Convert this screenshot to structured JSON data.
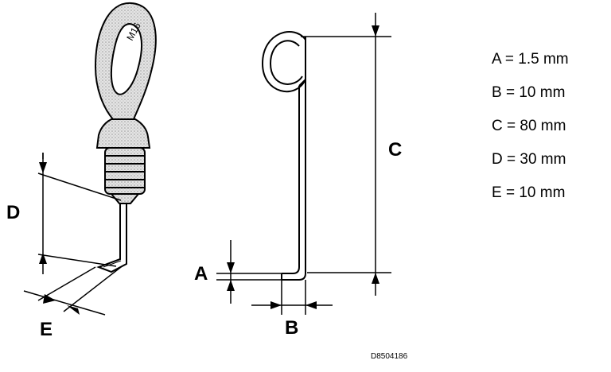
{
  "dimension_labels": {
    "A": "A",
    "B": "B",
    "C": "C",
    "D": "D",
    "E": "E"
  },
  "specifications": [
    {
      "text": "A = 1.5 mm"
    },
    {
      "text": "B = 10 mm"
    },
    {
      "text": "C = 80 mm"
    },
    {
      "text": "D = 30 mm"
    },
    {
      "text": "E = 10 mm"
    }
  ],
  "eye_bolt_marking": "M16",
  "drawing_code": "D8504186",
  "colors": {
    "line": "#000000",
    "shade": "#c8c8c8",
    "background": "#ffffff"
  }
}
